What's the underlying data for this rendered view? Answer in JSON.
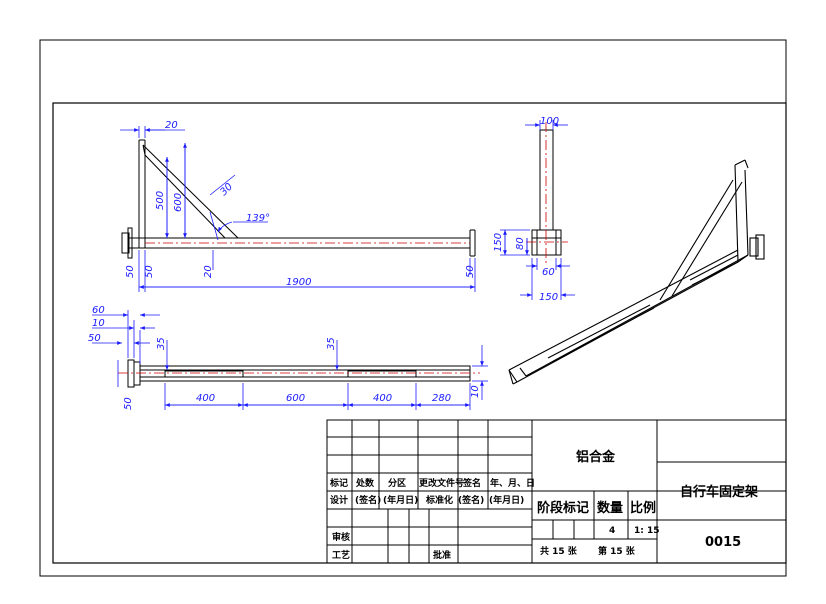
{
  "drawing": {
    "front_view_dims": {
      "top_width": "20",
      "height_500": "500",
      "height_600": "600",
      "brace_width": "30",
      "angle": "139°",
      "foot_50_left": "50",
      "foot_50_inner": "50",
      "foot_20": "20",
      "length": "1900",
      "end_50": "50"
    },
    "side_view_dims": {
      "top_100": "100",
      "h_150": "150",
      "h_80": "80",
      "b_60": "60",
      "b_150": "150"
    },
    "top_view_dims": {
      "d60": "60",
      "d10": "10",
      "d50": "50",
      "d35_left": "35",
      "d35_mid": "35",
      "d50_left": "50",
      "seg400_a": "400",
      "seg600": "600",
      "seg400_b": "400",
      "seg280": "280",
      "d10_right": "10"
    }
  },
  "title_block": {
    "material": "铝合金",
    "part_name": "自行车固定架",
    "drawing_number": "0015",
    "header_row": [
      "标记",
      "处数",
      "分区",
      "更改文件号",
      "签名",
      "年、月、日"
    ],
    "design_row": [
      "设计",
      "(签名)",
      "(年月日)",
      "标准化",
      "(签名)",
      "(年月日)"
    ],
    "stage_label": "阶段标记",
    "quantity_label": "数量",
    "scale_label": "比例",
    "quantity_value": "4",
    "scale_value": "1: 15",
    "review_label": "审核",
    "process_label": "工艺",
    "approve_label": "批准",
    "total_sheets": "共 15 张",
    "sheet_no": "第 15 张"
  }
}
